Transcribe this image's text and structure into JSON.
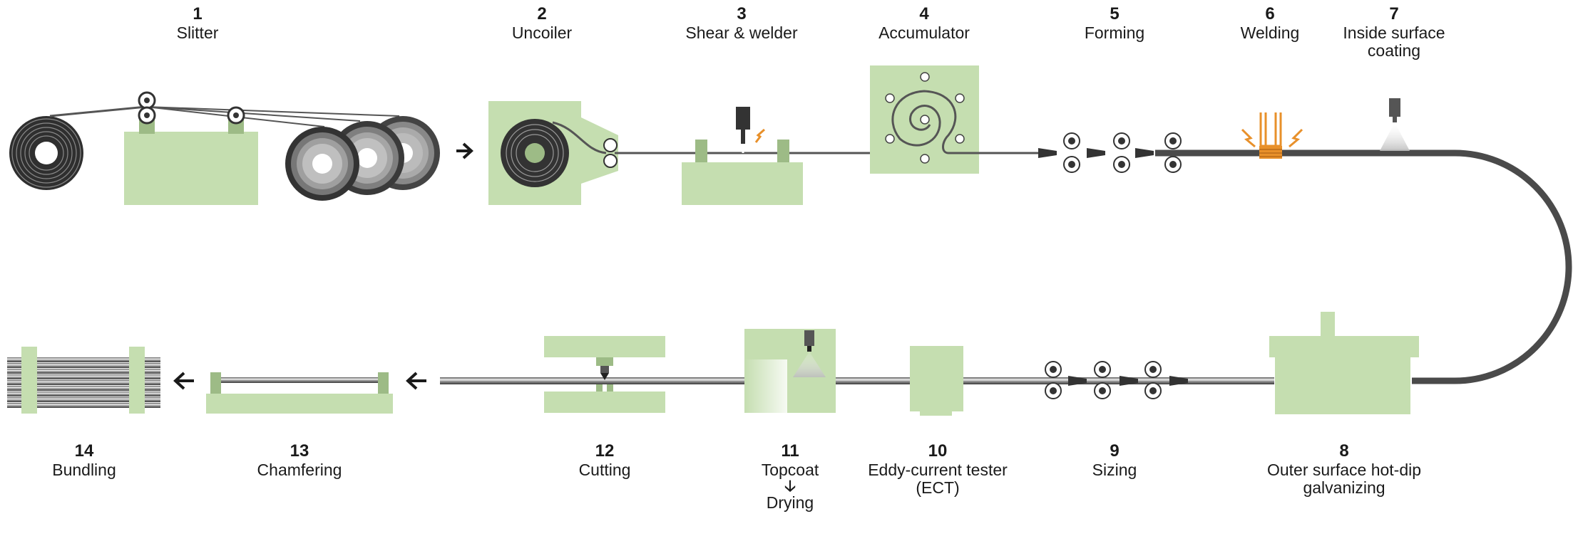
{
  "steps": [
    {
      "num": "1",
      "name": "Slitter"
    },
    {
      "num": "2",
      "name": "Uncoiler"
    },
    {
      "num": "3",
      "name": "Shear & welder"
    },
    {
      "num": "4",
      "name": "Accumulator"
    },
    {
      "num": "5",
      "name": "Forming"
    },
    {
      "num": "6",
      "name": "Welding"
    },
    {
      "num": "7",
      "name": "Inside surface\ncoating"
    },
    {
      "num": "8",
      "name": "Outer surface hot-dip\ngalvanizing"
    },
    {
      "num": "9",
      "name": "Sizing"
    },
    {
      "num": "10",
      "name": "Eddy-current tester\n(ECT)"
    },
    {
      "num": "11",
      "name": "Topcoat",
      "sub": "Drying"
    },
    {
      "num": "12",
      "name": "Cutting"
    },
    {
      "num": "13",
      "name": "Chamfering"
    },
    {
      "num": "14",
      "name": "Bundling"
    }
  ],
  "colors": {
    "machine": "#c5deb0",
    "machine_dark": "#9dbb86",
    "line": "#555555",
    "pipe": "#4a4a4a",
    "accent": "#e8902a",
    "text": "#1a1a1a"
  }
}
